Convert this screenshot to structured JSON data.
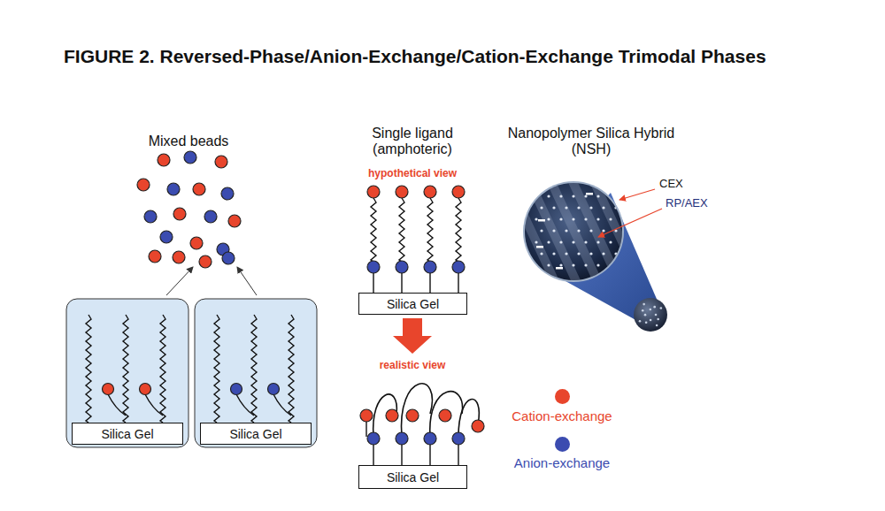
{
  "diagram": {
    "title": "FIGURE 2. Reversed-Phase/Anion-Exchange/Cation-Exchange Trimodal Phases",
    "nodes": [
      {
        "text": [
          "Silica Gel"
        ]
      },
      {
        "text": [
          "Silica Gel"
        ]
      },
      {
        "text": [
          "Silica Gel"
        ]
      },
      {
        "text": [
          "Silica Gel"
        ]
      }
    ],
    "labels": [
      "Mixed beads",
      "Single ligand (amphoteric)",
      "hypothetical view",
      "realistic view",
      "Nanopolymer Silica Hybrid (NSH)",
      "CEX",
      "RP/AEX"
    ],
    "legend": [
      {
        "text": "Cation-exchange",
        "color": "#e8452c"
      },
      {
        "text": "Anion-exchange",
        "color": "#3b4cb0"
      }
    ]
  }
}
